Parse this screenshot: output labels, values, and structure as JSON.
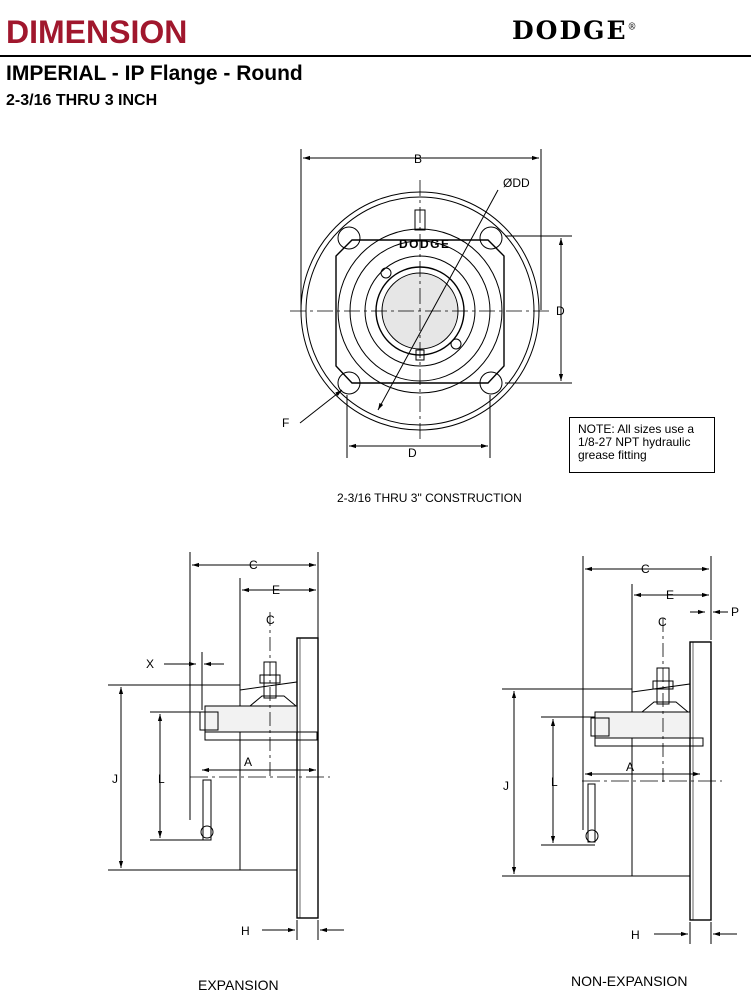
{
  "header": {
    "title": "DIMENSION",
    "brand": "DODGE",
    "brand_mark": "®",
    "title_color": "#a0172d"
  },
  "product": {
    "title": "IMPERIAL - IP Flange - Round",
    "size_range": "2-3/16 THRU 3 INCH"
  },
  "front_view": {
    "caption": "2-3/16 THRU 3\" CONSTRUCTION",
    "housing_label": "DODGE",
    "labels": {
      "b": "B",
      "dd": "ØDD",
      "d_vertical": "D",
      "d_horizontal": "D",
      "f": "F"
    }
  },
  "note": {
    "text": "NOTE: All sizes use a 1/8-27 NPT hydraulic grease fitting"
  },
  "expansion_view": {
    "caption": "EXPANSION",
    "labels": {
      "c": "C",
      "e": "E",
      "cl": "C",
      "x": "X",
      "j": "J",
      "l": "L",
      "a": "A",
      "h": "H"
    }
  },
  "non_expansion_view": {
    "caption": "NON-EXPANSION",
    "labels": {
      "c": "C",
      "e": "E",
      "p": "P",
      "cl": "C",
      "j": "J",
      "l": "L",
      "a": "A",
      "h": "H"
    }
  }
}
